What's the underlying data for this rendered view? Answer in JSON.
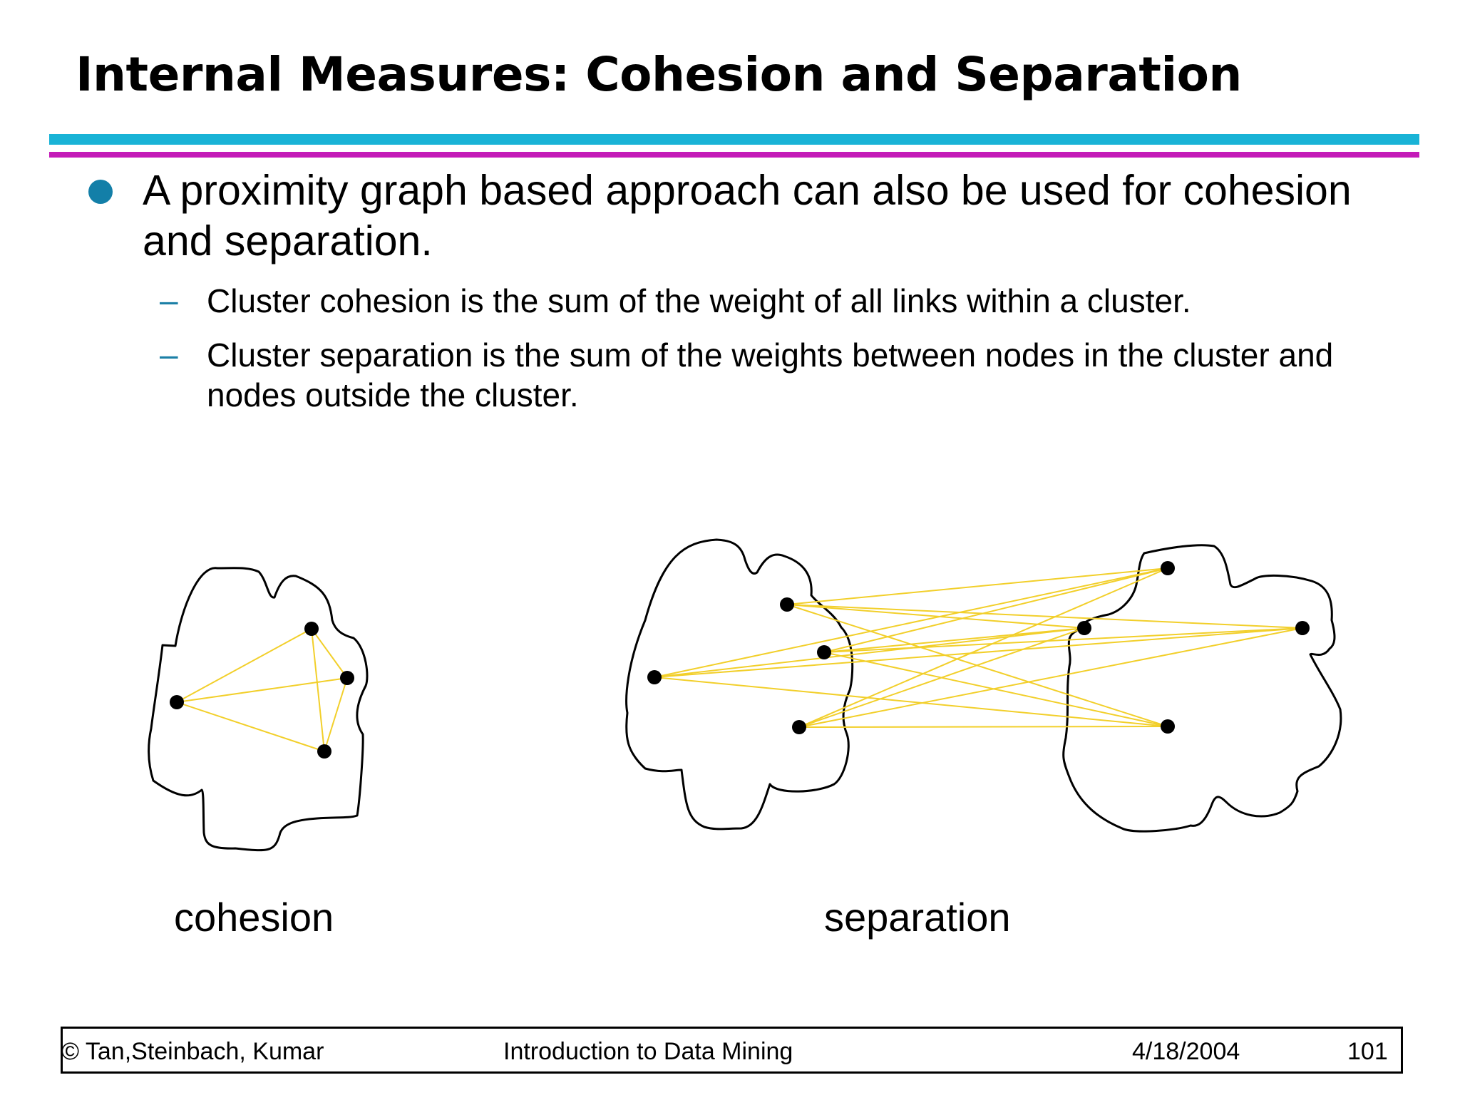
{
  "slide": {
    "title": "Internal Measures: Cohesion and Separation"
  },
  "content": {
    "bullet": "A proximity graph based approach can also be used for cohesion and separation.",
    "subbullets": [
      {
        "dash": "–",
        "text": "Cluster cohesion is the sum of the weight of all links within a cluster."
      },
      {
        "dash": "–",
        "text": "Cluster separation is the sum of the weights between nodes in the cluster and nodes outside the cluster."
      }
    ]
  },
  "figure": {
    "cohesion_label": "cohesion",
    "separation_label": "separation",
    "link_color": "#f2cf2a",
    "node_color": "#000000"
  },
  "footer": {
    "authors": "© Tan,Steinbach, Kumar",
    "book": "Introduction to Data Mining",
    "date": "4/18/2004",
    "page": "101"
  },
  "colors": {
    "rule_top": "#19b3d6",
    "rule_bottom": "#c41bb8",
    "bullet": "#137fa8"
  }
}
